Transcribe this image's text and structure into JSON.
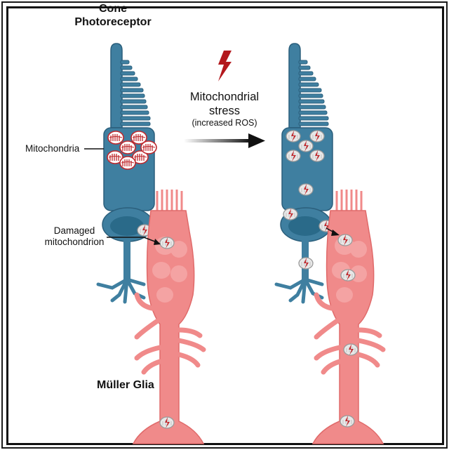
{
  "labels": {
    "cone_line1": "Cone",
    "cone_line2": "Photoreceptor",
    "mitochondria": "Mitochondria",
    "damaged_line1": "Damaged",
    "damaged_line2": "mitochondrion",
    "stress_line1": "Mitochondrial",
    "stress_line2": "stress",
    "stress_line3": "(increased ROS)",
    "muller": "Müller Glia"
  },
  "colors": {
    "cone_fill": "#3f7fa0",
    "cone_stroke": "#2b5f7c",
    "glia_fill": "#f08a8a",
    "glia_stroke": "#e06a6a",
    "mito_red": "#c0282d",
    "lightning": "#b3181d",
    "arrow": "#111111"
  },
  "icons": [
    "lightning-bolt-icon",
    "right-arrow-icon"
  ]
}
